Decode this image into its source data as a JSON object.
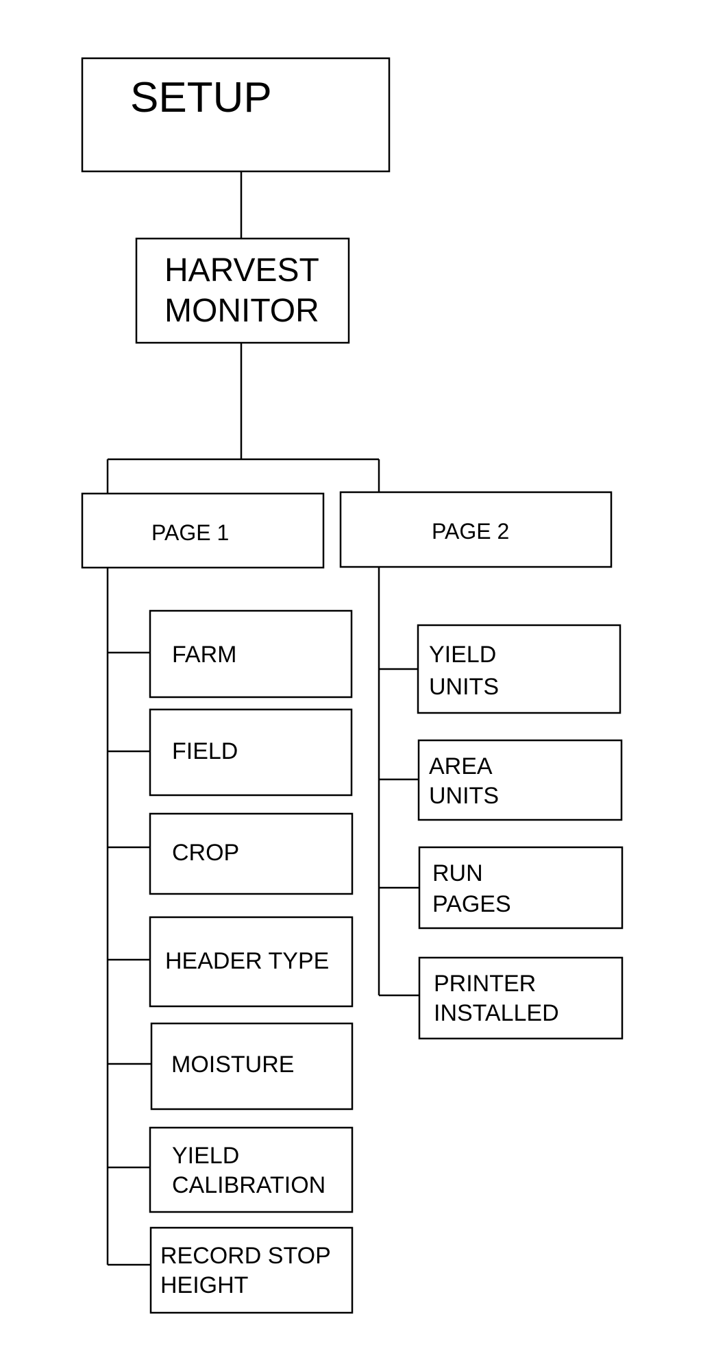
{
  "diagram": {
    "root": {
      "lines": [
        "SETUP"
      ]
    },
    "monitor": {
      "lines": [
        "HARVEST",
        "MONITOR"
      ]
    },
    "page1": {
      "title": {
        "lines": [
          "PAGE 1"
        ]
      },
      "items": [
        {
          "lines": [
            "FARM"
          ]
        },
        {
          "lines": [
            "FIELD"
          ]
        },
        {
          "lines": [
            "CROP"
          ]
        },
        {
          "lines": [
            "HEADER TYPE"
          ]
        },
        {
          "lines": [
            "MOISTURE"
          ]
        },
        {
          "lines": [
            "YIELD",
            "CALIBRATION"
          ]
        },
        {
          "lines": [
            "RECORD STOP",
            "HEIGHT"
          ]
        }
      ]
    },
    "page2": {
      "title": {
        "lines": [
          "PAGE 2"
        ]
      },
      "items": [
        {
          "lines": [
            "YIELD",
            "UNITS"
          ]
        },
        {
          "lines": [
            "AREA",
            "UNITS"
          ]
        },
        {
          "lines": [
            "RUN",
            "PAGES"
          ]
        },
        {
          "lines": [
            "PRINTER",
            "INSTALLED"
          ]
        }
      ]
    }
  }
}
